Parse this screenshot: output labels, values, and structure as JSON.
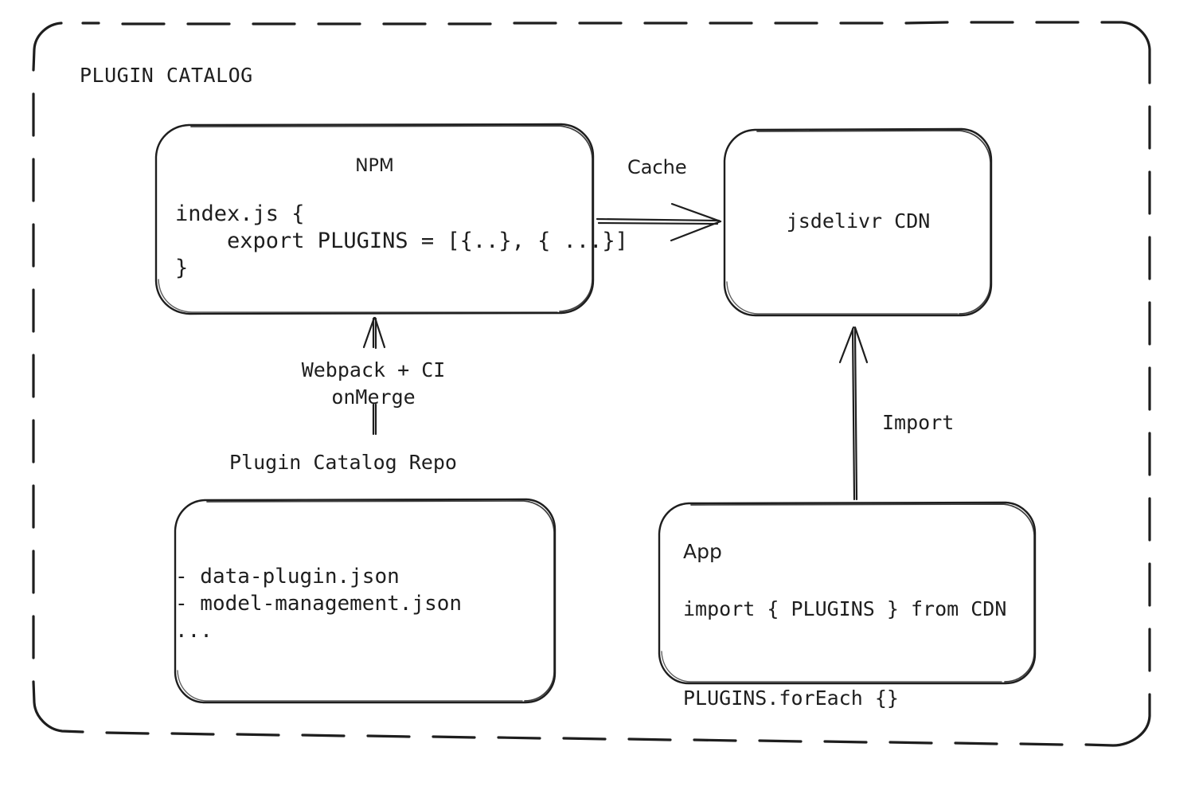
{
  "diagram": {
    "group_title": "PLUGIN CATALOG",
    "stroke_color": "#1e1e1e",
    "background_color": "#ffffff"
  },
  "nodes": {
    "npm": {
      "title": "NPM",
      "code": "index.js {\n    export PLUGINS = [{..}, { ...}]\n}"
    },
    "cdn": {
      "title": "jsdelivr CDN"
    },
    "repo": {
      "caption": "Plugin Catalog Repo",
      "files": "- data-plugin.json\n- model-management.json\n..."
    },
    "app": {
      "title": "App",
      "code": "import { PLUGINS } from CDN\n\nPLUGINS.forEach {}"
    }
  },
  "edges": {
    "npm_to_cdn": {
      "label": "Cache"
    },
    "repo_to_npm": {
      "label": "Webpack + CI\nonMerge"
    },
    "app_to_cdn": {
      "label": "Import"
    }
  }
}
